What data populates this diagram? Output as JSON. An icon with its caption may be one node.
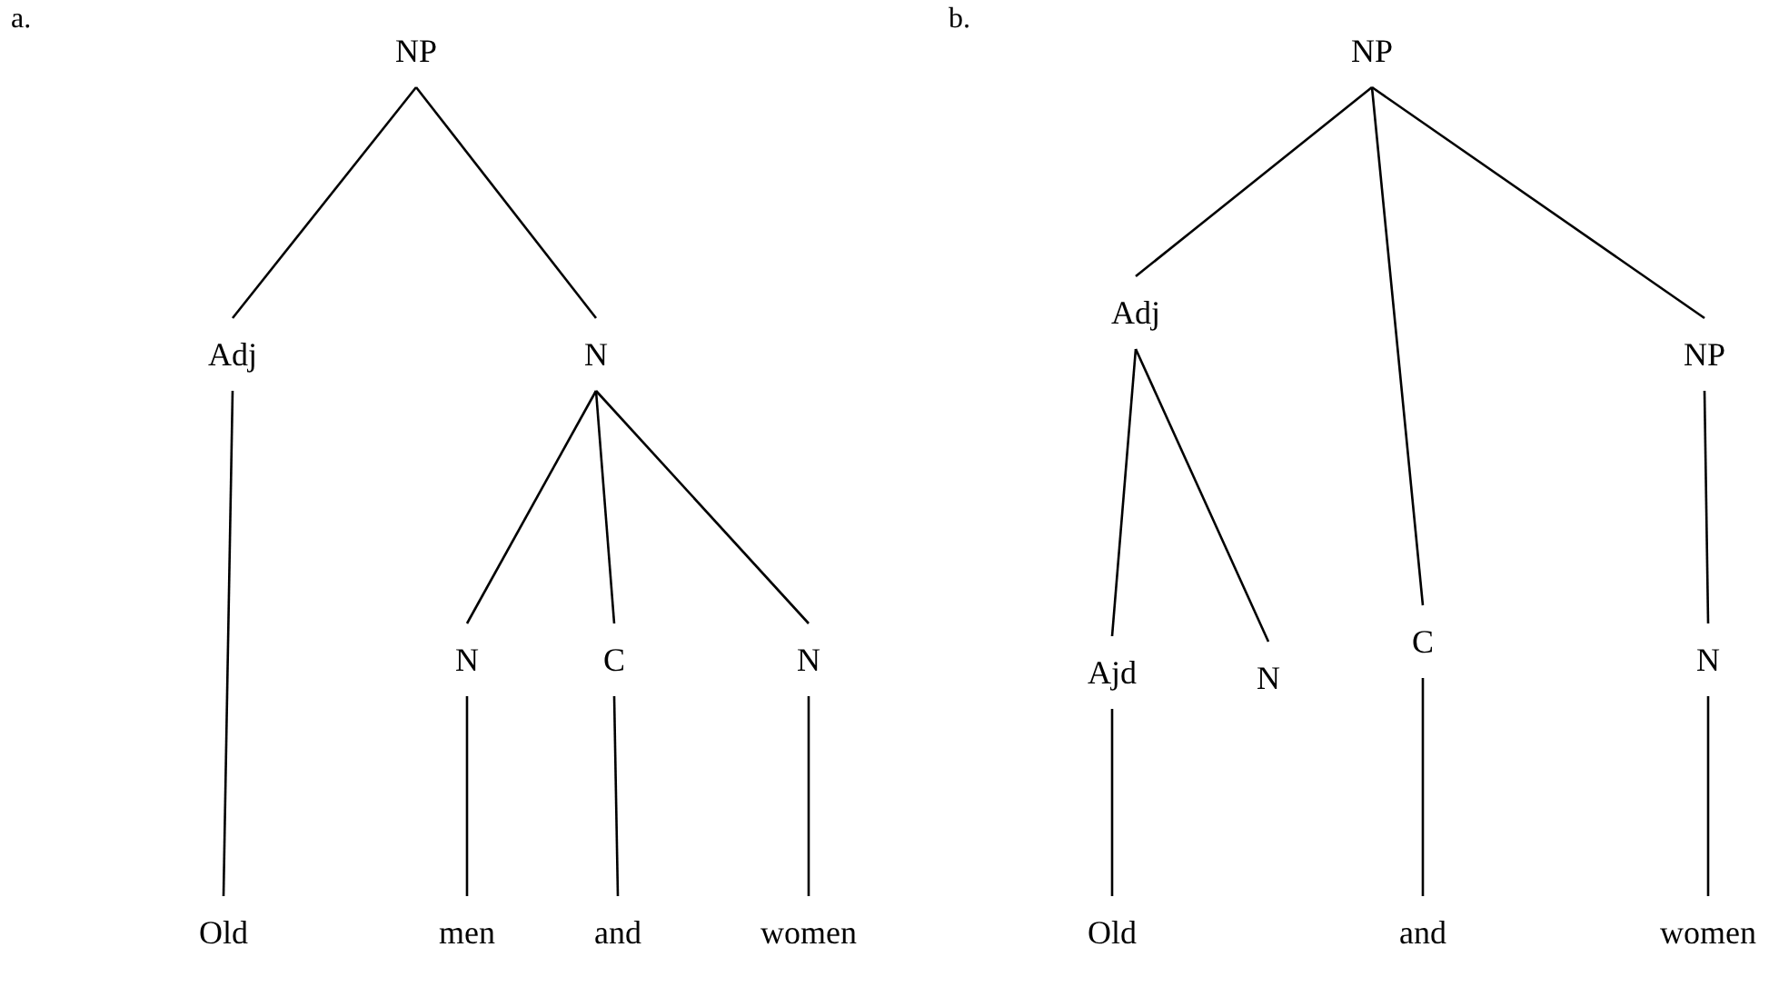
{
  "diagram": {
    "nodes": [
      {
        "text": [
          "NP"
        ]
      },
      {
        "text": [
          "Adj"
        ]
      },
      {
        "text": [
          "N"
        ]
      },
      {
        "text": [
          "Old"
        ]
      },
      {
        "text": [
          "N"
        ]
      },
      {
        "text": [
          "C"
        ]
      },
      {
        "text": [
          "N"
        ]
      },
      {
        "text": [
          "men"
        ]
      },
      {
        "text": [
          "and"
        ]
      },
      {
        "text": [
          "women"
        ]
      },
      {
        "text": [
          "NP"
        ]
      },
      {
        "text": [
          "Adj"
        ]
      },
      {
        "text": [
          "NP"
        ]
      },
      {
        "text": [
          "Ajd"
        ]
      },
      {
        "text": [
          "N"
        ]
      },
      {
        "text": [
          "C"
        ]
      },
      {
        "text": [
          "N"
        ]
      },
      {
        "text": [
          "Old"
        ]
      },
      {
        "text": [
          "and"
        ]
      },
      {
        "text": [
          "women"
        ]
      }
    ],
    "edges": [
      {
        "from": 0,
        "to": 1,
        "arrow": "none"
      },
      {
        "from": 0,
        "to": 2,
        "arrow": "none"
      },
      {
        "from": 1,
        "to": 3,
        "arrow": "none"
      },
      {
        "from": 2,
        "to": 4,
        "arrow": "none"
      },
      {
        "from": 2,
        "to": 5,
        "arrow": "none"
      },
      {
        "from": 2,
        "to": 6,
        "arrow": "none"
      },
      {
        "from": 4,
        "to": 7,
        "arrow": "none"
      },
      {
        "from": 5,
        "to": 8,
        "arrow": "none"
      },
      {
        "from": 6,
        "to": 9,
        "arrow": "none"
      },
      {
        "from": 10,
        "to": 11,
        "arrow": "none"
      },
      {
        "from": 10,
        "to": 15,
        "arrow": "none"
      },
      {
        "from": 10,
        "to": 12,
        "arrow": "none"
      },
      {
        "from": 11,
        "to": 13,
        "arrow": "none"
      },
      {
        "from": 11,
        "to": 14,
        "arrow": "none"
      },
      {
        "from": 12,
        "to": 16,
        "arrow": "none"
      },
      {
        "from": 13,
        "to": 17,
        "arrow": "none"
      },
      {
        "from": 15,
        "to": 18,
        "arrow": "none"
      },
      {
        "from": 16,
        "to": 19,
        "arrow": "none"
      }
    ],
    "labels": [
      "a.",
      "b."
    ]
  }
}
